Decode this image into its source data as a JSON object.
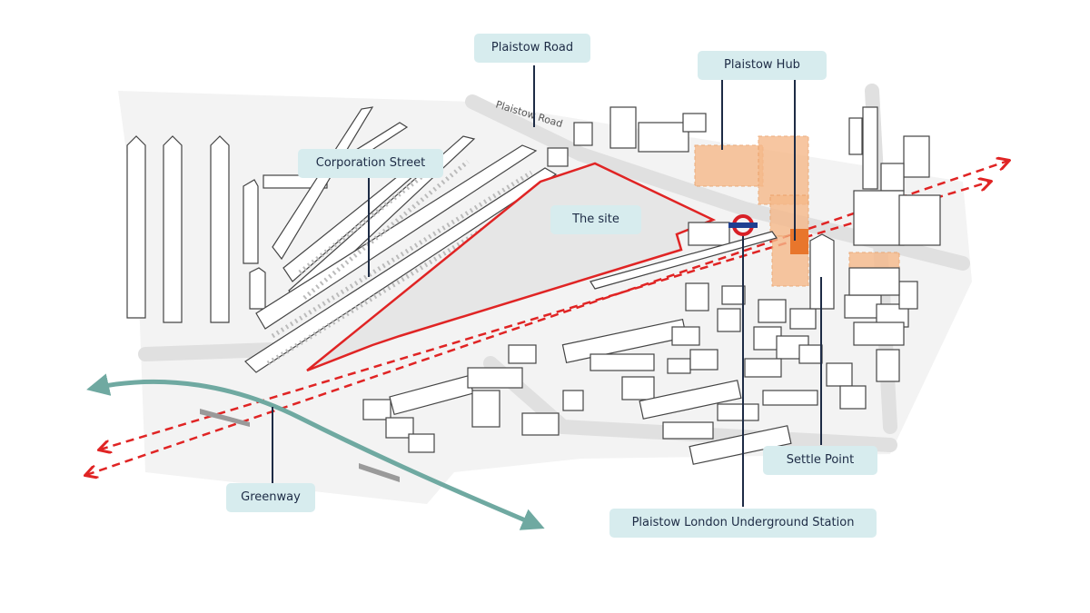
{
  "labels": {
    "plaistow_road": "Plaistow Road",
    "plaistow_hub": "Plaistow Hub",
    "corporation_street": "Corporation Street",
    "the_site": "The site",
    "settle_point": "Settle Point",
    "greenway": "Greenway",
    "station": "Plaistow London Underground Station"
  },
  "road_text": "Plaistow Road",
  "colors": {
    "label_bg": "#d7ecee",
    "label_text": "#1d2b45",
    "leader_line": "#1d2b45",
    "site_boundary": "#e02424",
    "rail_line": "#e02424",
    "greenway": "#6fa9a1",
    "proposed": "#f6b98a",
    "buildings": "#ffffff",
    "building_stroke": "#444444",
    "ground": "#ececec",
    "underground_roundel": "#d81f26",
    "underground_bar": "#1e3f91"
  }
}
